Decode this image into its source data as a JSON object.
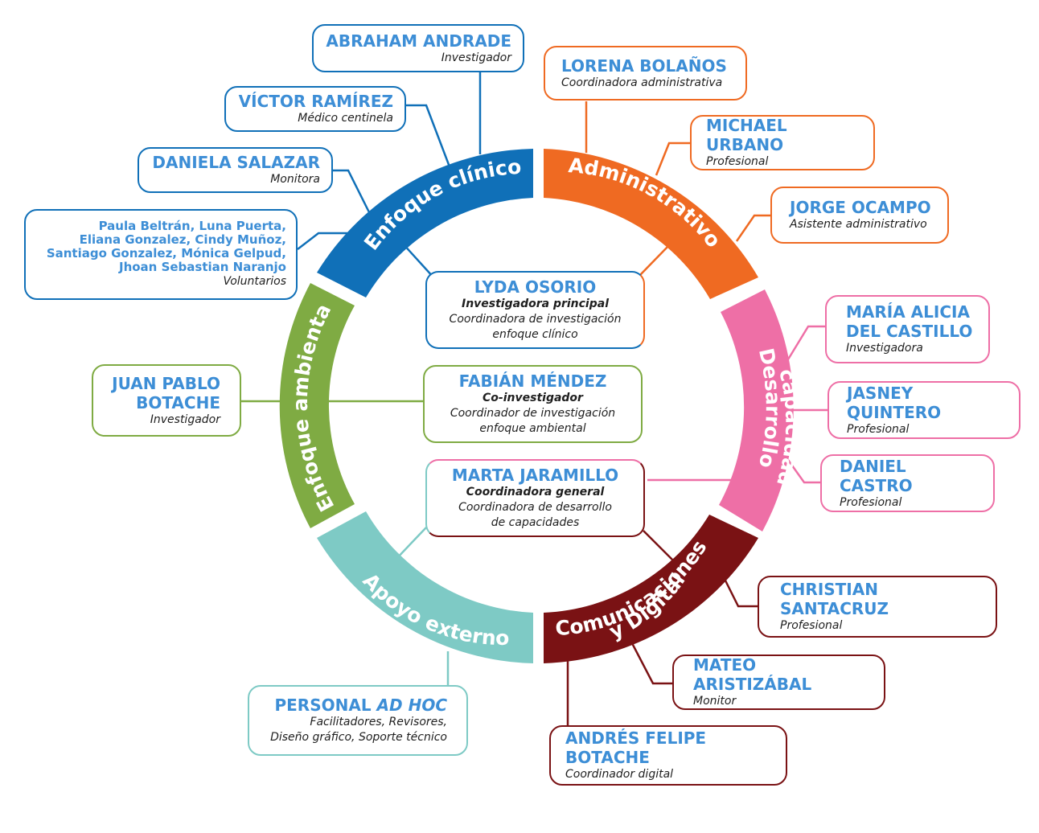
{
  "segments": {
    "clinico": {
      "label": "Enfoque clínico",
      "color": "#1070b8"
    },
    "administrativo": {
      "label": "Administrativo",
      "color": "#ef6a22"
    },
    "capacidades": {
      "label1": "Desarrollo",
      "label2": "de capacidades",
      "color": "#ee6fa6"
    },
    "comunicaciones": {
      "label1": "Comunicaciones",
      "label2": "y Digital",
      "color": "#7a1214"
    },
    "apoyo": {
      "label": "Apoyo externo",
      "color": "#7ecac5"
    },
    "ambiental": {
      "label": "Enfoque ambiental",
      "color": "#7fab43"
    }
  },
  "people": {
    "abraham": {
      "name": "ABRAHAM ANDRADE",
      "role": "Investigador"
    },
    "victor": {
      "name": "VÍCTOR RAMÍREZ",
      "role": "Médico centinela"
    },
    "daniela": {
      "name": "DANIELA SALAZAR",
      "role": "Monitora"
    },
    "voluntarios": {
      "name": "Paula Beltrán, Luna Puerta,\nEliana Gonzalez, Cindy Muñoz,\nSantiago Gonzalez, Mónica Gelpud,\nJhoan Sebastian Naranjo",
      "role": "Voluntarios"
    },
    "lorena": {
      "name": "LORENA BOLAÑOS",
      "role": "Coordinadora administrativa"
    },
    "michael": {
      "name": "MICHAEL URBANO",
      "role": "Profesional"
    },
    "jorge": {
      "name": "JORGE OCAMPO",
      "role": "Asistente administrativo"
    },
    "maria": {
      "name": "MARÍA ALICIA\nDEL CASTILLO",
      "role": "Investigadora"
    },
    "jasney": {
      "name": "JASNEY QUINTERO",
      "role": "Profesional"
    },
    "danielc": {
      "name": "DANIEL CASTRO",
      "role": "Profesional"
    },
    "christian": {
      "name": "CHRISTIAN SANTACRUZ",
      "role": "Profesional"
    },
    "mateo": {
      "name": "MATEO ARISTIZÁBAL",
      "role": "Monitor"
    },
    "andres": {
      "name": "ANDRÉS FELIPE BOTACHE",
      "role": "Coordinador digital"
    },
    "juan": {
      "name": "JUAN PABLO\nBOTACHE",
      "role": "Investigador"
    },
    "personal": {
      "name": "PERSONAL ",
      "name_italic": "AD HOC",
      "role": "Facilitadores, Revisores,\nDiseño gráfico, Soporte técnico"
    },
    "lyda": {
      "name": "LYDA OSORIO",
      "role": "Investigadora principal",
      "role2": "Coordinadora de investigación\nenfoque clínico"
    },
    "fabian": {
      "name": "FABIÁN MÉNDEZ",
      "role": "Co-investigador",
      "role2": "Coordinador de investigación\nenfoque ambiental"
    },
    "marta": {
      "name": "MARTA JARAMILLO",
      "role": "Coordinadora general",
      "role2": "Coordinadora de desarrollo\nde capacidades"
    }
  }
}
